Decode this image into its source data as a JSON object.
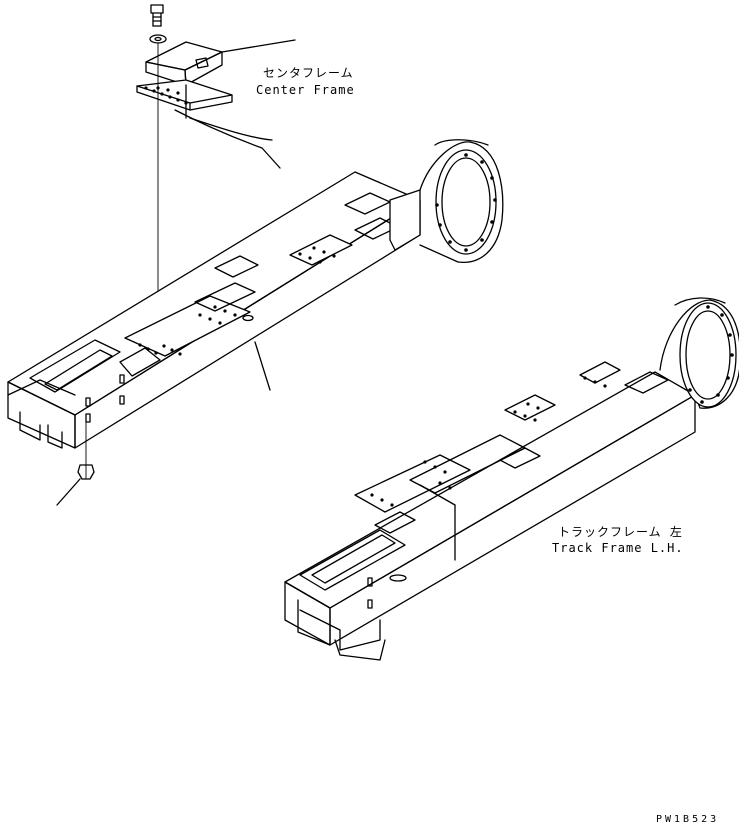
{
  "labels": {
    "center_frame_jp": "センタフレーム",
    "center_frame_en": "Center Frame",
    "track_frame_jp": "トラックフレーム 左",
    "track_frame_en": "Track Frame L.H.",
    "drawing_code": "PW1B523"
  },
  "colors": {
    "line": "#000000",
    "background": "#ffffff"
  }
}
